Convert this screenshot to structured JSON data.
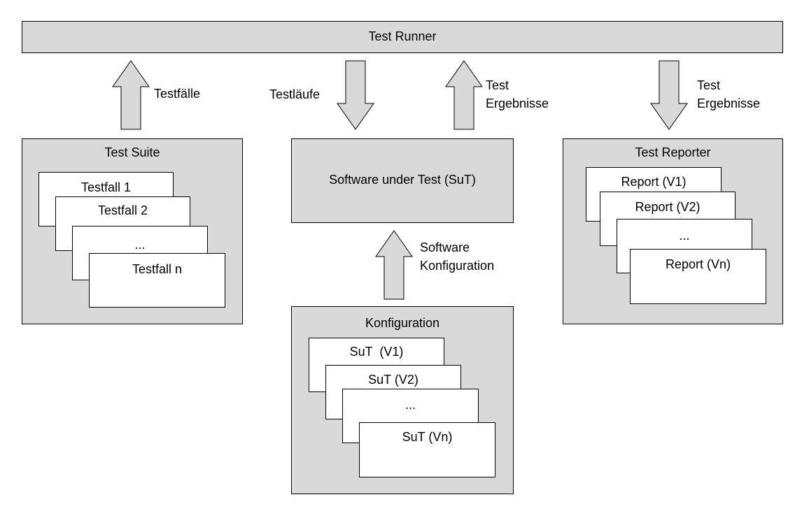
{
  "runner": {
    "title": "Test Runner"
  },
  "suite": {
    "title": "Test Suite",
    "items": [
      "Testfall 1",
      "Testfall 2",
      "...",
      "Testfall n"
    ]
  },
  "sut": {
    "title": "Software under Test (SuT)"
  },
  "reporter": {
    "title": "Test Reporter",
    "items": [
      "Report (V1)",
      "Report (V2)",
      "...",
      "Report (Vn)"
    ]
  },
  "config": {
    "title": "Konfiguration",
    "items": [
      "SuT  (V1)",
      "SuT (V2)",
      "...",
      "SuT (Vn)"
    ]
  },
  "arrows": {
    "testfaelle": "Testfälle",
    "testlaeufe": "Testläufe",
    "results_sut": {
      "line1": "Test",
      "line2": "Ergebnisse"
    },
    "results_reporter": {
      "line1": "Test",
      "line2": "Ergebnisse"
    },
    "software_config": {
      "line1": "Software",
      "line2": "Konfiguration"
    }
  },
  "colors": {
    "box_fill": "#d9d9d9",
    "card_fill": "#ffffff",
    "stroke": "#000000"
  },
  "icons": {
    "up_arrow": "block-arrow-up",
    "down_arrow": "block-arrow-down"
  }
}
